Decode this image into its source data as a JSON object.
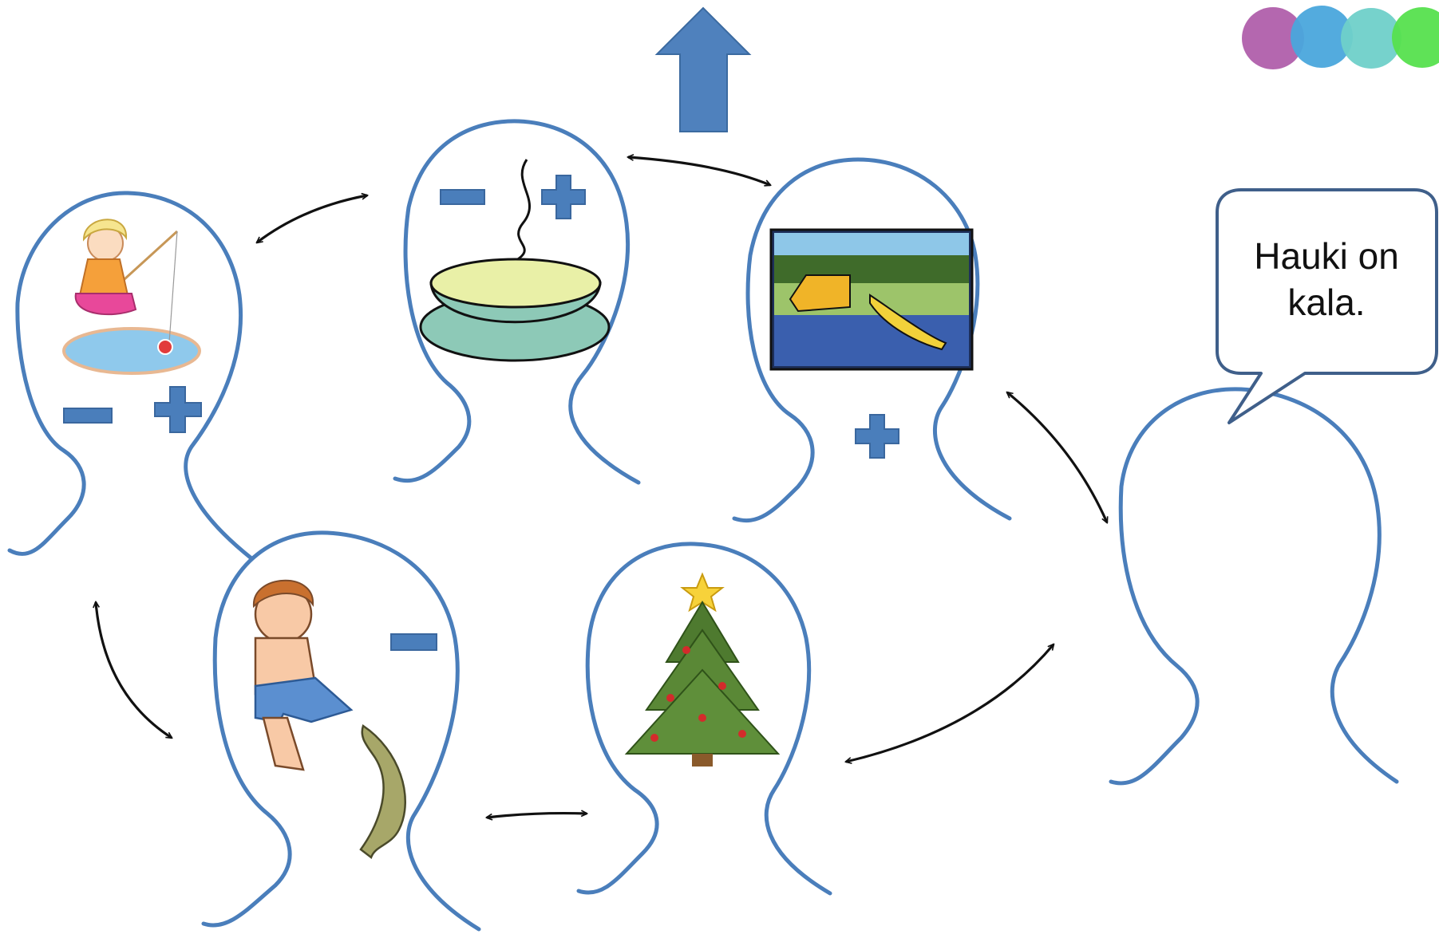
{
  "speech_bubble": {
    "line1": "Hauki on",
    "line2": "kala."
  },
  "colors": {
    "head_outline": "#4a7ebb",
    "sign": "#4a7ebb",
    "up_arrow": "#4f81bd",
    "arrow": "#111111",
    "logo_dots": [
      "#b05fab",
      "#4aa6dc",
      "#6fd0c9",
      "#56e04e"
    ]
  },
  "heads": [
    {
      "name": "head-fishing-girl",
      "signs": [
        "minus",
        "plus"
      ]
    },
    {
      "name": "head-soup-bowl",
      "signs": [
        "minus",
        "plus"
      ]
    },
    {
      "name": "head-lake-cabin",
      "signs": [
        "plus"
      ]
    },
    {
      "name": "head-speaker",
      "signs": []
    },
    {
      "name": "head-boy-pike",
      "signs": [
        "minus"
      ]
    },
    {
      "name": "head-christmas-tree",
      "signs": []
    }
  ]
}
